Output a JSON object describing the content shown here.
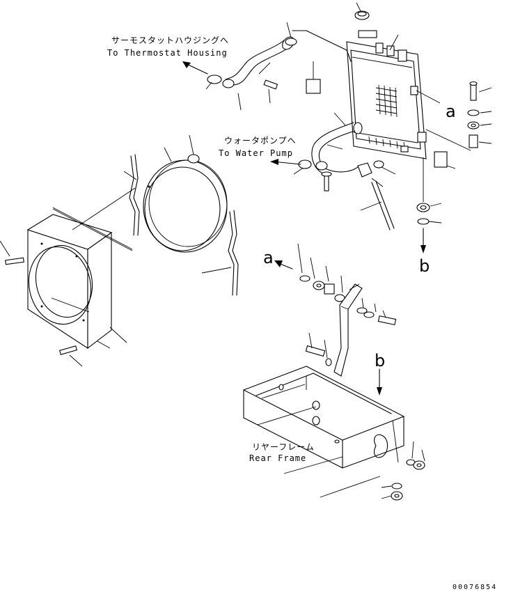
{
  "labels": {
    "thermostat_jp": "サーモスタットハウジングへ",
    "thermostat_en": "To Thermostat Housing",
    "waterpump_jp": "ウォータポンプへ",
    "waterpump_en": "To Water Pump",
    "rearframe_jp": "リヤーフレーム",
    "rearframe_en": "Rear Frame"
  },
  "refs": {
    "a_upper": "a",
    "a_lower": "a",
    "b_upper": "b",
    "b_lower": "b"
  },
  "drawing_code": "00076854"
}
